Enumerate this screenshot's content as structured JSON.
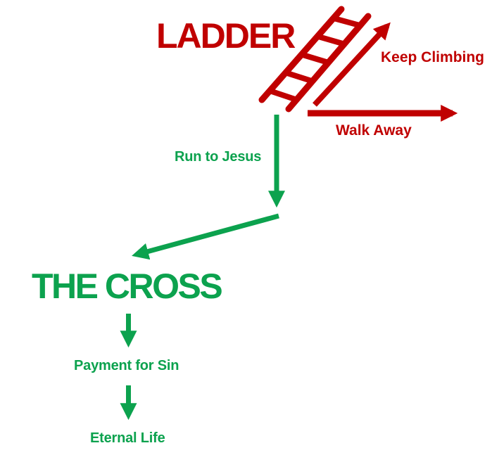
{
  "colors": {
    "red": "#C00000",
    "green": "#0CA24E",
    "background": "#FFFFFF"
  },
  "nodes": {
    "ladder": {
      "label": "LADDER",
      "color": "#C00000"
    },
    "the_cross": {
      "label": "THE CROSS",
      "color": "#0CA24E"
    }
  },
  "edges": {
    "keep_climbing": {
      "label": "Keep Climbing",
      "color": "#C00000",
      "direction": "up-right"
    },
    "walk_away": {
      "label": "Walk Away",
      "color": "#C00000",
      "direction": "right"
    },
    "run_to_jesus": {
      "label": "Run to Jesus",
      "color": "#0CA24E",
      "direction": "down"
    },
    "to_the_cross": {
      "label": "",
      "color": "#0CA24E",
      "direction": "down-left"
    },
    "payment_for_sin": {
      "label": "Payment for Sin",
      "color": "#0CA24E",
      "direction": "down"
    },
    "eternal_life": {
      "label": "Eternal Life",
      "color": "#0CA24E",
      "direction": "down"
    }
  },
  "icons": {
    "ladder_graphic": "ladder-icon"
  }
}
